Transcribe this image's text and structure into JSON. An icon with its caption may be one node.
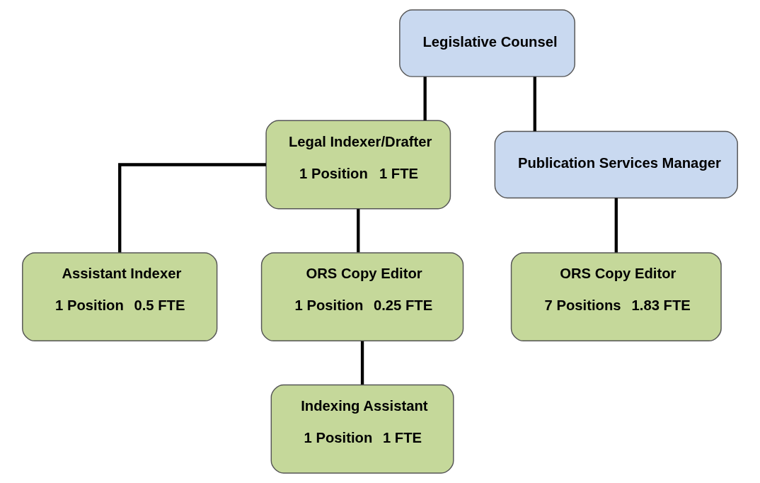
{
  "diagram": {
    "nodes": [
      {
        "text": [
          "Legislative Counsel"
        ]
      },
      {
        "text": [
          "Legal Indexer/Drafter",
          "1 Position",
          "1 FTE"
        ]
      },
      {
        "text": [
          "Publication Services Manager"
        ]
      },
      {
        "text": [
          "Assistant Indexer",
          "1 Position",
          "0.5 FTE"
        ]
      },
      {
        "text": [
          "ORS Copy Editor",
          "1 Position",
          "0.25 FTE"
        ]
      },
      {
        "text": [
          "Indexing Assistant",
          "1 Position",
          "1 FTE"
        ]
      },
      {
        "text": [
          "ORS Copy Editor",
          "7 Positions",
          "1.83 FTE"
        ]
      }
    ],
    "edges": [
      {
        "from": 0,
        "to": 1,
        "arrow": "none"
      },
      {
        "from": 0,
        "to": 2,
        "arrow": "none"
      },
      {
        "from": 1,
        "to": 3,
        "arrow": "none"
      },
      {
        "from": 1,
        "to": 4,
        "arrow": "none"
      },
      {
        "from": 4,
        "to": 5,
        "arrow": "none"
      },
      {
        "from": 2,
        "to": 6,
        "arrow": "none"
      }
    ]
  }
}
